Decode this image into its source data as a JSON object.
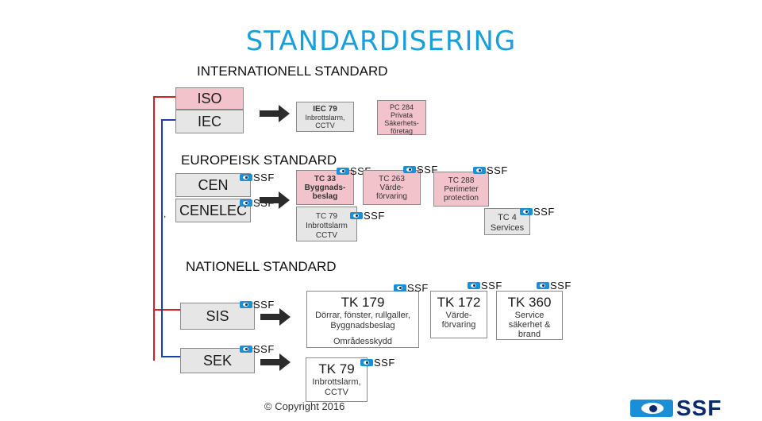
{
  "title": "STANDARDISERING",
  "sections": {
    "international": "INTERNATIONELL STANDARD",
    "european": "EUROPEISK STANDARD",
    "national": "NATIONELL STANDARD"
  },
  "orgs": {
    "iso": "ISO",
    "iec": "IEC",
    "cen": "CEN",
    "cenelec": "CENELEC",
    "sis": "SIS",
    "sek": "SEK"
  },
  "committees": {
    "iec79_title": "IEC 79",
    "iec79_body": "Inbrottslarm,\nCCTV",
    "pc284": "PC 284\nPrivata\nSäkerhets-\nföretag",
    "tc33": "TC 33\nByggnads-\nbeslag",
    "tc79": "TC 79\nInbrottslarm\nCCTV",
    "tc263": "TC 263\nVärde-\nförvaring",
    "tc288": "TC 288\nPerimeter\nprotection",
    "tc4": "TC 4\nServices",
    "tk179_title": "TK 179",
    "tk179_body": "Dörrar, fönster, rullgaller,\nByggnadsbeslag",
    "tk179_sub": "Områdesskydd",
    "tk79_title": "TK 79",
    "tk79_body": "Inbrottslarm,\nCCTV",
    "tk172_title": "TK 172",
    "tk172_body": "Värde-\nförvaring",
    "tk360_title": "TK 360",
    "tk360_body": "Service\nsäkerhet &\nbrand"
  },
  "ssf_label": "SSF",
  "copyright": "© Copyright 2016",
  "stray_mark": ",",
  "colors": {
    "accent": "#1aa0d8",
    "pink": "#f2c3cb",
    "red_line": "#d32020",
    "blue_line": "#1f3fb0"
  }
}
